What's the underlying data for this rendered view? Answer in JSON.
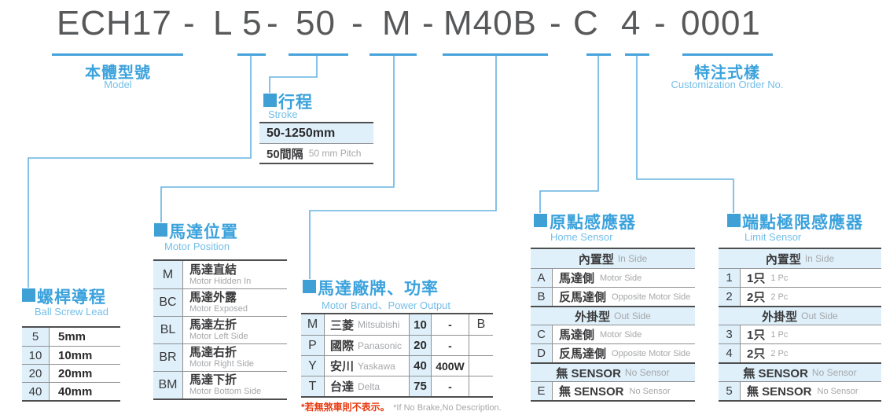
{
  "title": {
    "full": "ECH17 - L 5 - 50 - M - M40B - C 4 - 0001",
    "segments": [
      "ECH17",
      "-",
      "L 5",
      "-",
      "50",
      "-",
      "M",
      "-",
      "M40B",
      "-",
      "C",
      "4",
      "-",
      "0001"
    ]
  },
  "labels": {
    "model": {
      "zh": "本體型號",
      "en": "Model"
    },
    "customization": {
      "zh": "特注式樣",
      "en": "Customization Order No."
    }
  },
  "sections": {
    "stroke": {
      "zh": "行程",
      "en": "Stroke",
      "rows": [
        {
          "value": "50-1250mm"
        },
        {
          "zh": "50間隔",
          "en": "50 mm Pitch"
        }
      ]
    },
    "ball_screw_lead": {
      "zh": "螺桿導程",
      "en": "Ball Screw Lead",
      "rows": [
        {
          "code": "5",
          "label": "5mm"
        },
        {
          "code": "10",
          "label": "10mm"
        },
        {
          "code": "20",
          "label": "20mm"
        },
        {
          "code": "40",
          "label": "40mm"
        }
      ]
    },
    "motor_position": {
      "zh": "馬達位置",
      "en": "Motor Position",
      "rows": [
        {
          "code": "M",
          "zh": "馬達直結",
          "en": "Motor Hidden In"
        },
        {
          "code": "BC",
          "zh": "馬達外露",
          "en": "Motor Exposed"
        },
        {
          "code": "BL",
          "zh": "馬達左折",
          "en": "Motor Left Side"
        },
        {
          "code": "BR",
          "zh": "馬達右折",
          "en": "Motor Right Side"
        },
        {
          "code": "BM",
          "zh": "馬達下折",
          "en": "Motor Bottom Side"
        }
      ]
    },
    "motor_brand": {
      "zh": "馬達廠牌、功率",
      "en": "Motor Brand、Power Output",
      "rows": [
        {
          "code": "M",
          "zh": "三菱",
          "en": "Mitsubishi",
          "power_code": "10",
          "power": "-",
          "brake": "B"
        },
        {
          "code": "P",
          "zh": "國際",
          "en": "Panasonic",
          "power_code": "20",
          "power": "-",
          "brake": ""
        },
        {
          "code": "Y",
          "zh": "安川",
          "en": "Yaskawa",
          "power_code": "40",
          "power": "400W",
          "brake": ""
        },
        {
          "code": "T",
          "zh": "台達",
          "en": "Delta",
          "power_code": "75",
          "power": "-",
          "brake": ""
        }
      ],
      "footnote": {
        "zh": "*若無煞車則不表示。",
        "en": "*If No Brake,No Description."
      }
    },
    "home_sensor": {
      "zh": "原點感應器",
      "en": "Home Sensor",
      "rows": [
        {
          "type": "header",
          "zh": "內置型",
          "en": "In Side"
        },
        {
          "type": "row",
          "code": "A",
          "zh": "馬達側",
          "en": "Motor Side"
        },
        {
          "type": "row",
          "code": "B",
          "zh": "反馬達側",
          "en": "Opposite Motor Side"
        },
        {
          "type": "header",
          "zh": "外掛型",
          "en": "Out Side"
        },
        {
          "type": "row",
          "code": "C",
          "zh": "馬達側",
          "en": "Motor Side"
        },
        {
          "type": "row",
          "code": "D",
          "zh": "反馬達側",
          "en": "Opposite Motor Side"
        },
        {
          "type": "header",
          "zh": "無 SENSOR",
          "en": "No Sensor"
        },
        {
          "type": "row",
          "code": "E",
          "zh": "無 SENSOR",
          "en": "No Sensor"
        }
      ]
    },
    "limit_sensor": {
      "zh": "端點極限感應器",
      "en": "Limit Sensor",
      "rows": [
        {
          "type": "header",
          "zh": "內置型",
          "en": "In Side"
        },
        {
          "type": "row",
          "code": "1",
          "zh": "1只",
          "en": "1 Pc"
        },
        {
          "type": "row",
          "code": "2",
          "zh": "2只",
          "en": "2 Pc"
        },
        {
          "type": "header",
          "zh": "外掛型",
          "en": "Out Side"
        },
        {
          "type": "row",
          "code": "3",
          "zh": "1只",
          "en": "1 Pc"
        },
        {
          "type": "row",
          "code": "4",
          "zh": "2只",
          "en": "2 Pc"
        },
        {
          "type": "header",
          "zh": "無 SENSOR",
          "en": "No Sensor"
        },
        {
          "type": "row",
          "code": "5",
          "zh": "無 SENSOR",
          "en": "No Sensor"
        }
      ]
    }
  },
  "colors": {
    "accent_blue": "#3BA2DC",
    "light_blue_text": "#74BEE8",
    "underline_blue": "#46A2DA",
    "connector_blue": "#66B3E1",
    "title_gray": "#57585A",
    "dark_text": "#3A3A3C",
    "gray_text": "#A5A7AA",
    "cell_bg_blue": "#DFF0FA",
    "border_thin": "#8F9093",
    "border_thick": "#4D4E50",
    "footnote_red": "#E8380D"
  }
}
